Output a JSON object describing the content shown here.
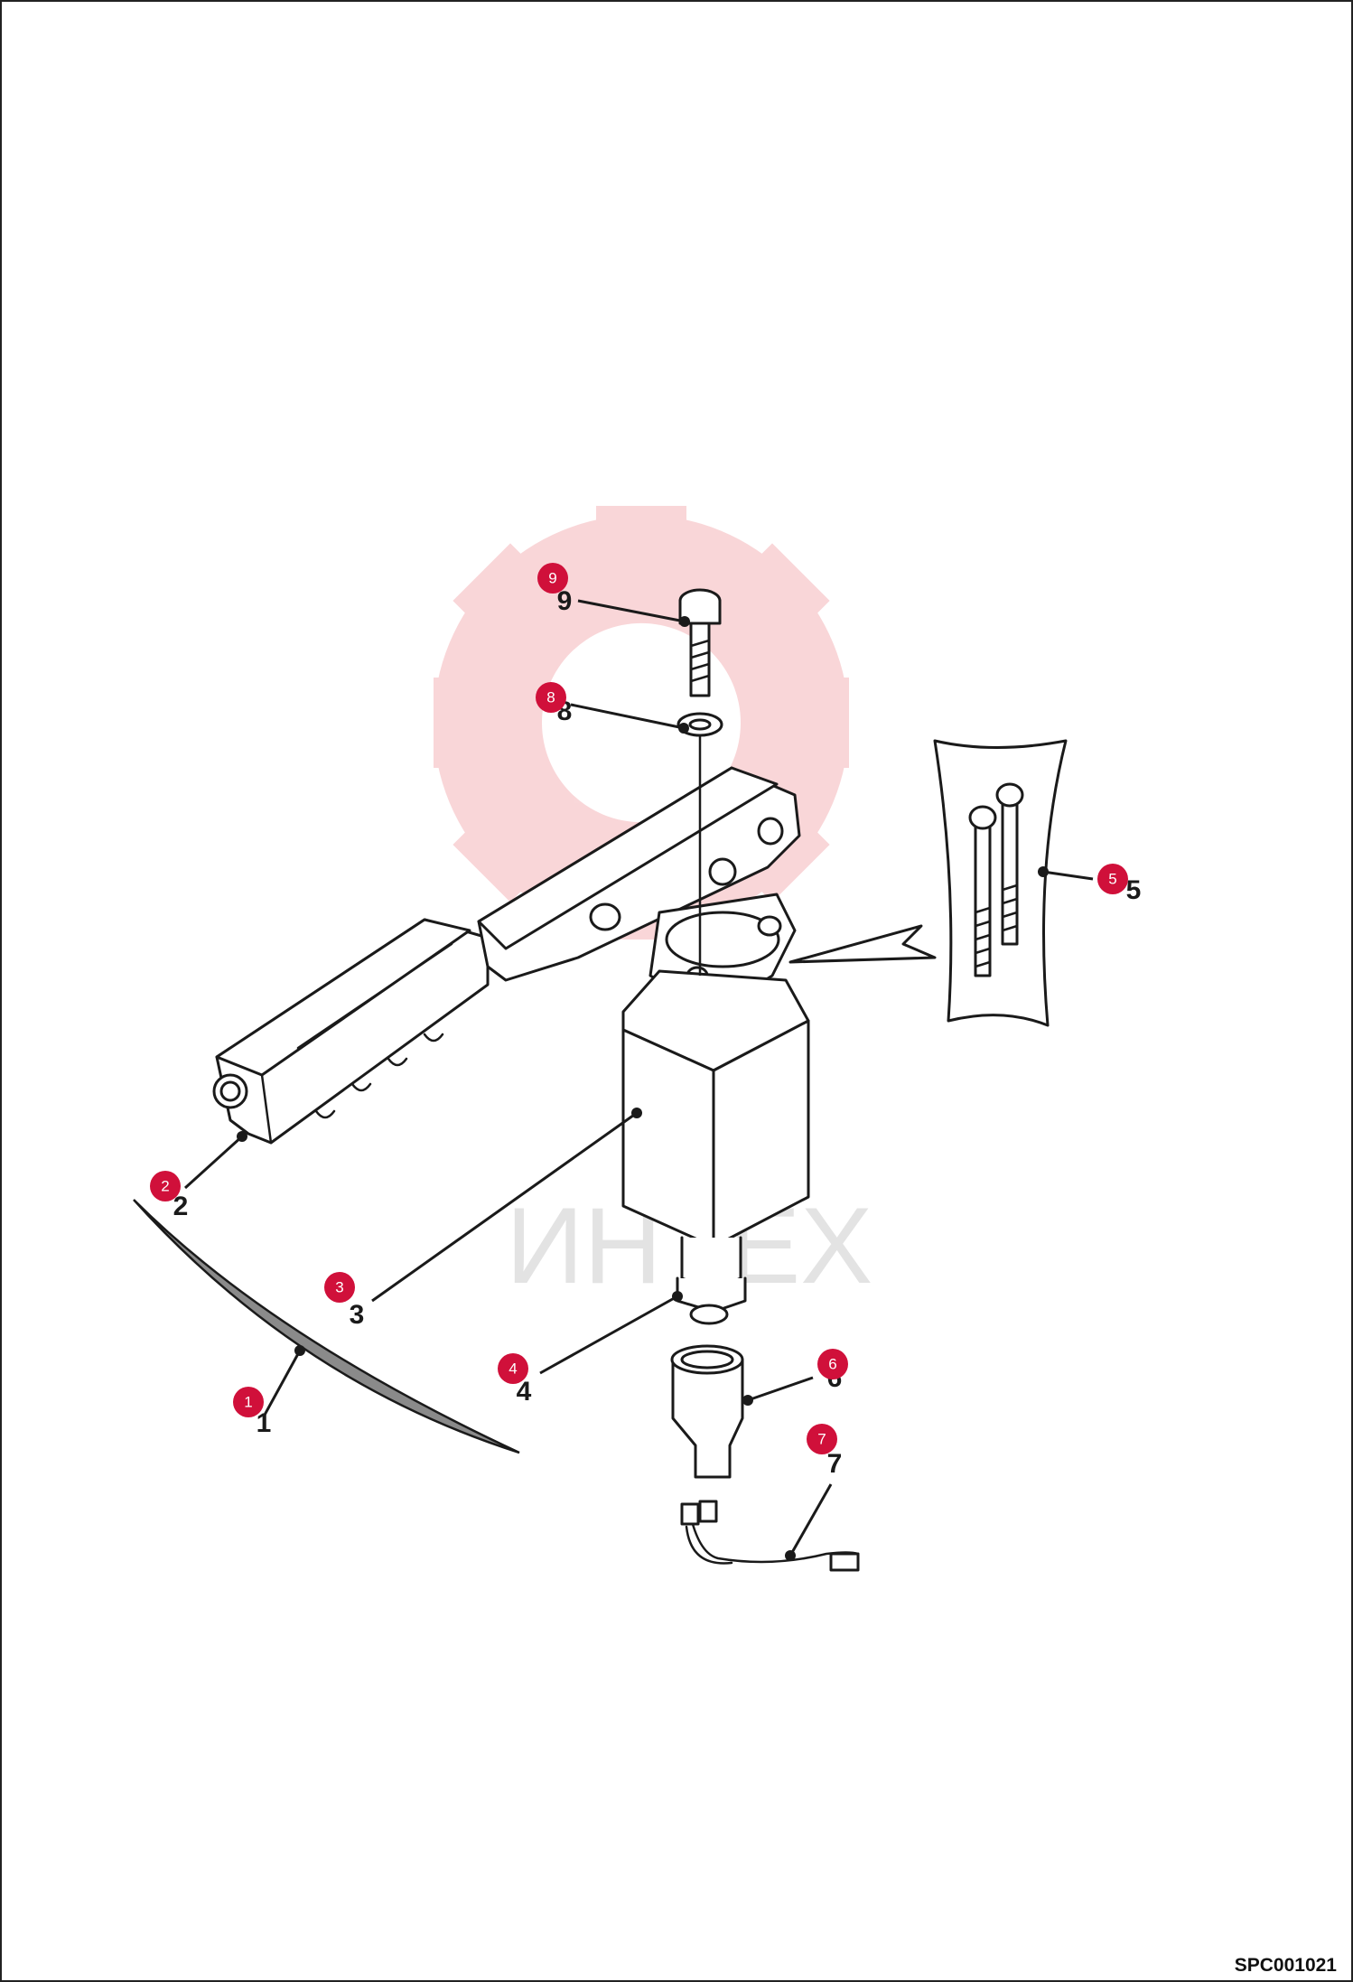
{
  "drawing_code": "SPC001021",
  "watermark": {
    "text": "ИНТЕХ",
    "gear_color": "#f7c9cc"
  },
  "colors": {
    "callout": "#d0103a",
    "line": "#1a1a1a"
  },
  "callouts": [
    {
      "id": "1",
      "label": "1",
      "number": "1"
    },
    {
      "id": "2",
      "label": "2",
      "number": "2"
    },
    {
      "id": "3",
      "label": "3",
      "number": "3"
    },
    {
      "id": "4",
      "label": "4",
      "number": "4"
    },
    {
      "id": "5",
      "label": "5",
      "number": "5"
    },
    {
      "id": "6",
      "label": "6",
      "number": "6"
    },
    {
      "id": "7",
      "label": "7",
      "number": "7"
    },
    {
      "id": "8",
      "label": "8",
      "number": "8"
    },
    {
      "id": "9",
      "label": "9",
      "number": "9"
    }
  ]
}
